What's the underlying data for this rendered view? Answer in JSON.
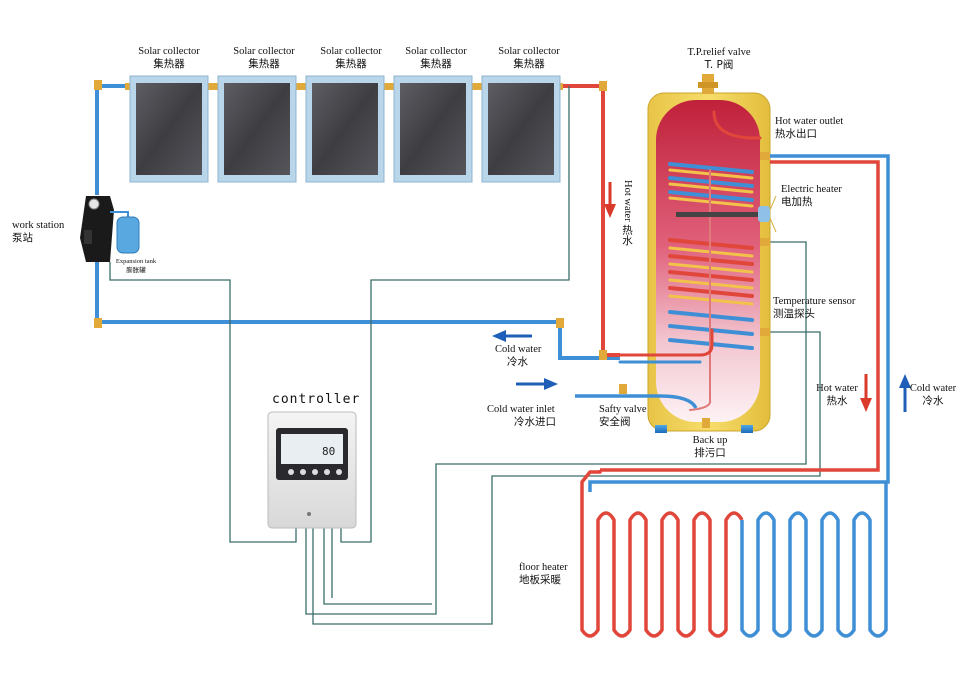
{
  "collectors": [
    {
      "label": "Solar collector",
      "label_cn": "集热器"
    },
    {
      "label": "Solar collector",
      "label_cn": "集热器"
    },
    {
      "label": "Solar collector",
      "label_cn": "集热器"
    },
    {
      "label": "Solar collector",
      "label_cn": "集热器"
    },
    {
      "label": "Solar collector",
      "label_cn": "集热器"
    }
  ],
  "work_station": {
    "label": "work  station",
    "label_cn": "泵站"
  },
  "expansion_tank": {
    "label": "Expansion tank",
    "label_cn": "膨胀罐"
  },
  "tp_valve": {
    "label": "T.P.relief valve",
    "label_cn": "T. P阀"
  },
  "hot_water_outlet": {
    "label": "Hot water outlet",
    "label_cn": "热水出口"
  },
  "electric_heater": {
    "label": "Electric heater",
    "label_cn": "电加热"
  },
  "temperature_sensor": {
    "label": "Temperature sensor",
    "label_cn": "测温探头"
  },
  "hot_water_vertical": {
    "label": "Hot water",
    "label_cn": "热水"
  },
  "cold_water_return": {
    "label": "Cold water",
    "label_cn": "冷水"
  },
  "cold_water_inlet": {
    "label": "Cold water inlet",
    "label_cn": "冷水进口"
  },
  "safety_valve": {
    "label": "Safty valve",
    "label_cn": "安全阀"
  },
  "backup": {
    "label": "Back up",
    "label_cn": "排污口"
  },
  "floor_hot": {
    "label": "Hot water",
    "label_cn": "热水"
  },
  "floor_cold": {
    "label": "Cold water",
    "label_cn": "冷水"
  },
  "floor_heater": {
    "label": "floor heater",
    "label_cn": "地板采暖"
  },
  "controller": {
    "title": "controller",
    "display_value": "80"
  },
  "colors": {
    "hot": "#e0473a",
    "cold": "#3f8fd6",
    "arrow_hot": "#d93a2b",
    "arrow_cold": "#1f5fb8",
    "tank": "#f2d65a",
    "wire": "#3a6e6a"
  }
}
